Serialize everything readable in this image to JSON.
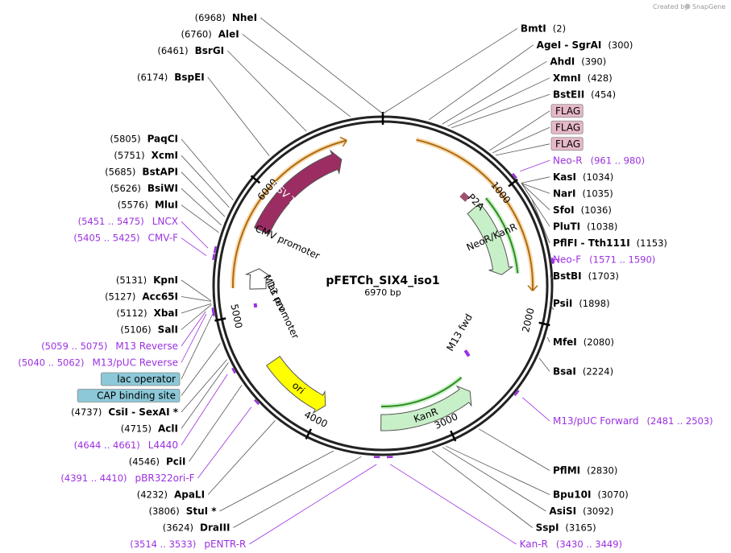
{
  "credit": {
    "prefix": "Created by",
    "brand": "SnapGene"
  },
  "plasmid": {
    "name": "pFETCh_SIX4_iso1",
    "size_label": "6970 bp",
    "length": 6970
  },
  "colors": {
    "purple": "#9b30e0",
    "ring": "#222222",
    "hsv": "#9b2d62",
    "neo": "#c8f0c8",
    "ori": "#ffff00",
    "orange": "#f0a040",
    "green": "#2e8b1e",
    "flag": "#e6b8c8",
    "box": "#8cc8d8"
  },
  "ticks": [
    {
      "bp": 1000,
      "label": "1000"
    },
    {
      "bp": 2000,
      "label": "2000"
    },
    {
      "bp": 3000,
      "label": "3000"
    },
    {
      "bp": 4000,
      "label": "4000"
    },
    {
      "bp": 5000,
      "label": "5000"
    },
    {
      "bp": 6000,
      "label": "6000"
    }
  ],
  "sites": [
    {
      "bp": 6968,
      "name": "NheI",
      "pos": "(6968)"
    },
    {
      "bp": 2,
      "name": "BmtI",
      "pos": "(2)"
    },
    {
      "bp": 300,
      "name": "AgeI  -  SgrAI",
      "pos": "(300)"
    },
    {
      "bp": 390,
      "name": "AhdI",
      "pos": "(390)"
    },
    {
      "bp": 428,
      "name": "XmnI",
      "pos": "(428)"
    },
    {
      "bp": 454,
      "name": "BstEII",
      "pos": "(454)"
    },
    {
      "bp": 1034,
      "name": "KasI",
      "pos": "(1034)"
    },
    {
      "bp": 1035,
      "name": "NarI",
      "pos": "(1035)"
    },
    {
      "bp": 1036,
      "name": "SfoI",
      "pos": "(1036)"
    },
    {
      "bp": 1038,
      "name": "PluTI",
      "pos": "(1038)"
    },
    {
      "bp": 1153,
      "name": "PflFI  -  Tth111I",
      "pos": "(1153)"
    },
    {
      "bp": 1703,
      "name": "BstBI",
      "pos": "(1703)"
    },
    {
      "bp": 1898,
      "name": "PsiI",
      "pos": "(1898)"
    },
    {
      "bp": 2080,
      "name": "MfeI",
      "pos": "(2080)"
    },
    {
      "bp": 2224,
      "name": "BsaI",
      "pos": "(2224)"
    },
    {
      "bp": 2830,
      "name": "PflMI",
      "pos": "(2830)"
    },
    {
      "bp": 3070,
      "name": "Bpu10I",
      "pos": "(3070)"
    },
    {
      "bp": 3092,
      "name": "AsiSI",
      "pos": "(3092)"
    },
    {
      "bp": 3165,
      "name": "SspI",
      "pos": "(3165)"
    },
    {
      "bp": 3624,
      "name": "DraIII",
      "pos": "(3624)"
    },
    {
      "bp": 3806,
      "name": "StuI *",
      "pos": "(3806)"
    },
    {
      "bp": 4232,
      "name": "ApaLI",
      "pos": "(4232)"
    },
    {
      "bp": 4546,
      "name": "PciI",
      "pos": "(4546)"
    },
    {
      "bp": 4715,
      "name": "AclI",
      "pos": "(4715)"
    },
    {
      "bp": 4737,
      "name": "CsiI  -  SexAI *",
      "pos": "(4737)"
    },
    {
      "bp": 5106,
      "name": "SalI",
      "pos": "(5106)"
    },
    {
      "bp": 5112,
      "name": "XbaI",
      "pos": "(5112)"
    },
    {
      "bp": 5127,
      "name": "Acc65I",
      "pos": "(5127)"
    },
    {
      "bp": 5131,
      "name": "KpnI",
      "pos": "(5131)"
    },
    {
      "bp": 5576,
      "name": "MluI",
      "pos": "(5576)"
    },
    {
      "bp": 5626,
      "name": "BsiWI",
      "pos": "(5626)"
    },
    {
      "bp": 5685,
      "name": "BstAPI",
      "pos": "(5685)"
    },
    {
      "bp": 5751,
      "name": "XcmI",
      "pos": "(5751)"
    },
    {
      "bp": 5805,
      "name": "PaqCI",
      "pos": "(5805)"
    },
    {
      "bp": 6174,
      "name": "BspEI",
      "pos": "(6174)"
    },
    {
      "bp": 6461,
      "name": "BsrGI",
      "pos": "(6461)"
    },
    {
      "bp": 6760,
      "name": "AleI",
      "pos": "(6760)"
    }
  ],
  "primers": [
    {
      "start": 961,
      "end": 980,
      "name": "Neo-R",
      "range": "(961 .. 980)"
    },
    {
      "start": 1571,
      "end": 1590,
      "name": "Neo-F",
      "range": "(1571 .. 1590)"
    },
    {
      "start": 2481,
      "end": 2503,
      "name": "M13/pUC Forward",
      "range": "(2481 .. 2503)"
    },
    {
      "start": 3430,
      "end": 3449,
      "name": "Kan-R",
      "range": "(3430 .. 3449)"
    },
    {
      "start": 3514,
      "end": 3533,
      "name": "pENTR-R",
      "range": "(3514 .. 3533)"
    },
    {
      "start": 4391,
      "end": 4410,
      "name": "pBR322ori-F",
      "range": "(4391 .. 4410)"
    },
    {
      "start": 4644,
      "end": 4661,
      "name": "L4440",
      "range": "(4644 .. 4661)"
    },
    {
      "start": 5040,
      "end": 5062,
      "name": "M13/pUC Reverse",
      "range": "(5040 .. 5062)"
    },
    {
      "start": 5059,
      "end": 5075,
      "name": "M13 Reverse",
      "range": "(5059 .. 5075)"
    },
    {
      "start": 5405,
      "end": 5425,
      "name": "CMV-F",
      "range": "(5405 .. 5425)"
    },
    {
      "start": 5451,
      "end": 5475,
      "name": "LNCX",
      "range": "(5451 .. 5475)"
    }
  ],
  "boxed_features": [
    {
      "bp": 740,
      "name": "FLAG"
    },
    {
      "bp": 765,
      "name": "FLAG"
    },
    {
      "bp": 790,
      "name": "FLAG"
    },
    {
      "bp": 5045,
      "name": "lac operator"
    },
    {
      "bp": 4850,
      "name": "CAP binding site"
    }
  ],
  "features": [
    {
      "name": "HSV TK",
      "start": 5700,
      "end": 6620,
      "color": "#9b2d62",
      "text_color": "#ffffff"
    },
    {
      "name": "NeoR/KanR",
      "start": 960,
      "end": 1640,
      "color": "#c8f0c8",
      "text_color": "#000000"
    },
    {
      "name": "KanR",
      "start": 2720,
      "end": 3500,
      "color": "#c8f0c8",
      "text_color": "#000000"
    },
    {
      "name": "ori",
      "start": 3980,
      "end": 4560,
      "color": "#ffff00",
      "text_color": "#000000"
    },
    {
      "name": "CMV promoter",
      "start": 5200,
      "end": 5380,
      "color": "#ffffff",
      "text_color": "#000000"
    },
    {
      "name": "lac promoter",
      "start": 4800,
      "end": 4920,
      "color": "#ffffff",
      "text_color": "#000000"
    },
    {
      "name": "M13 rev",
      "start": 5040,
      "end": 5075,
      "color": "#9b30e0",
      "text_color": "#000000"
    },
    {
      "name": "M13 fwd",
      "start": 2481,
      "end": 2503,
      "color": "#9b30e0",
      "text_color": "#000000"
    },
    {
      "name": "P2A",
      "start": 790,
      "end": 860,
      "color": "#e6b8c8",
      "text_color": "#000000"
    }
  ],
  "orange_arcs": [
    {
      "start": 5210,
      "end": 6700
    },
    {
      "start": 250,
      "end": 1780
    }
  ],
  "green_arcs": [
    {
      "start": 960,
      "end": 1640
    },
    {
      "start": 2700,
      "end": 3500
    }
  ]
}
